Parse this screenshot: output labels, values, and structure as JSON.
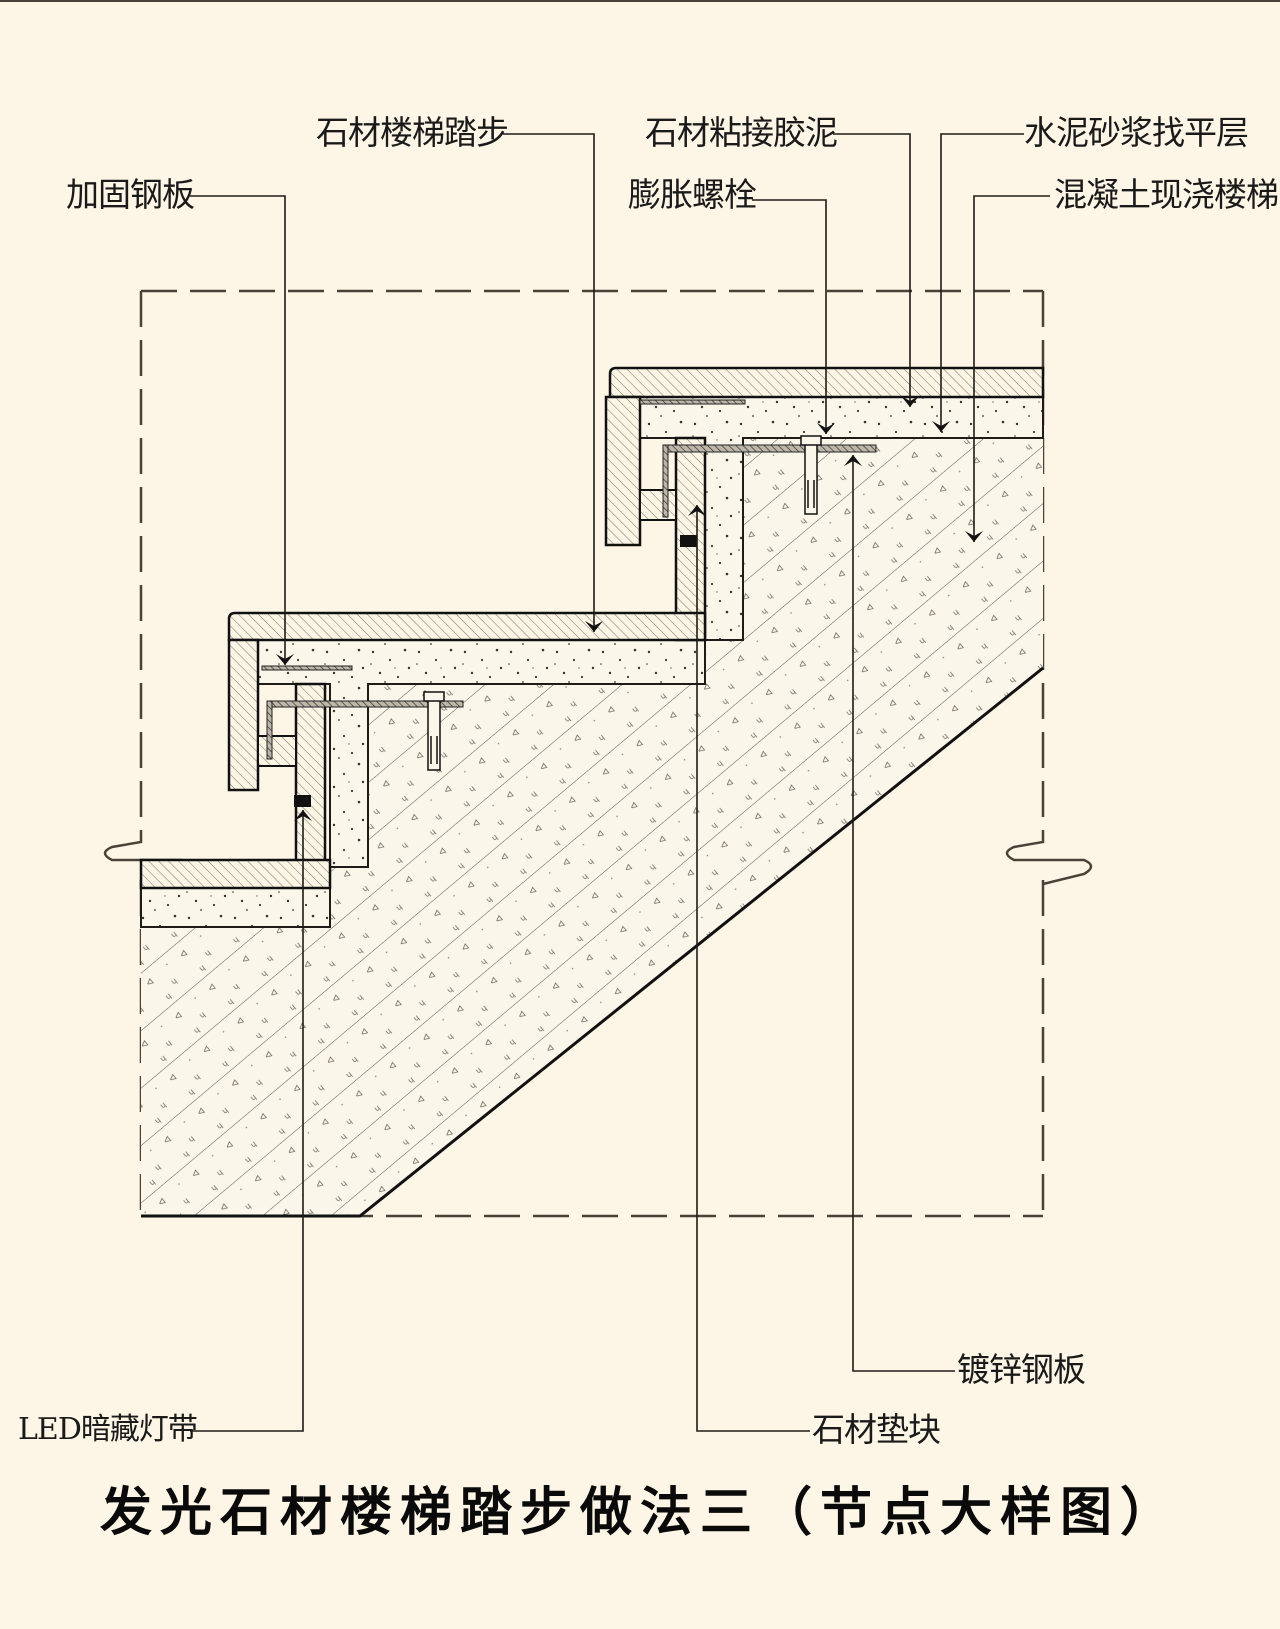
{
  "title": "发光石材楼梯踏步做法三（节点大样图）",
  "colors": {
    "background": "#fdf6e6",
    "line": "#1f1b16",
    "frame": "#4a4238"
  },
  "labels": {
    "stone_tread": "石材楼梯踏步",
    "reinforcing_plate": "加固钢板",
    "stone_adhesive": "石材粘接胶泥",
    "expansion_bolt": "膨胀螺栓",
    "cement_mortar": "水泥砂浆找平层",
    "cast_concrete_stair": "混凝土现浇楼梯",
    "galvanized_plate": "镀锌钢板",
    "stone_pad": "石材垫块",
    "led_strip": "LED暗藏灯带"
  }
}
